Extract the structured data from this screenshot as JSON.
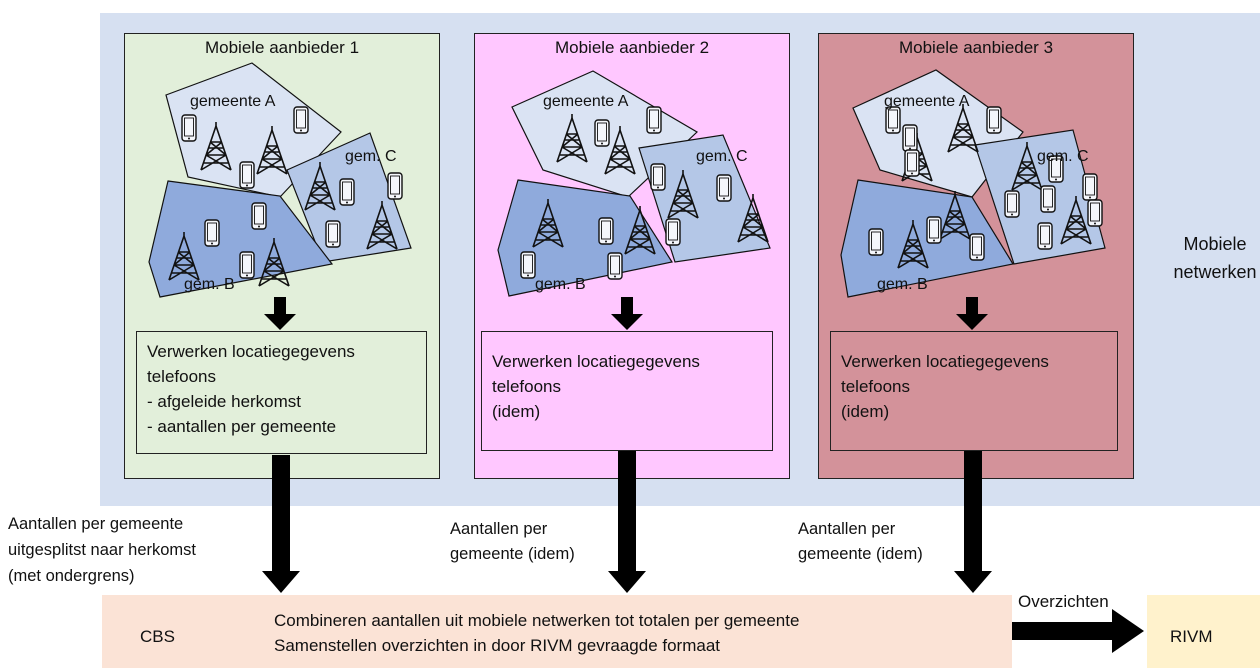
{
  "providers": [
    {
      "title": "Mobiele aanbieder 1",
      "color": "#e2efda",
      "municipalities": {
        "a": "gemeente A",
        "b": "gem. B",
        "c": "gem. C"
      },
      "process_lines": [
        "Verwerken locatiegegevens",
        "telefoons",
        "- afgeleide herkomst",
        "- aantallen per gemeente"
      ],
      "flow_label_lines": [
        "Aantallen per gemeente",
        "uitgesplitst naar herkomst",
        "(met ondergrens)"
      ]
    },
    {
      "title": "Mobiele aanbieder 2",
      "color": "#ffc7ff",
      "municipalities": {
        "a": "gemeente A",
        "b": "gem. B",
        "c": "gem. C"
      },
      "process_lines": [
        "Verwerken locatiegegevens",
        "telefoons",
        "(idem)"
      ],
      "flow_label_lines": [
        "Aantallen per",
        "gemeente (idem)"
      ]
    },
    {
      "title": "Mobiele aanbieder 3",
      "color": "#d3929a",
      "municipalities": {
        "a": "gemeente A",
        "b": "gem. B",
        "c": "gem. C"
      },
      "process_lines": [
        "Verwerken locatiegegevens",
        "telefoons",
        "(idem)"
      ],
      "flow_label_lines": [
        "Aantallen per",
        "gemeente (idem)"
      ]
    }
  ],
  "networks_label_lines": [
    "Mobiele",
    "netwerken"
  ],
  "cbs": {
    "label": "CBS",
    "lines": [
      "Combineren aantallen uit mobiele netwerken tot totalen per gemeente",
      "Samenstellen overzichten in door RIVM gevraagde formaat"
    ]
  },
  "output_arrow_label": "Overzichten",
  "rivm_label": "RIVM",
  "colors": {
    "networks_panel": "#d6e0f1",
    "region_a": "#dae3f3",
    "region_b": "#8faadc",
    "region_c": "#b4c7e7",
    "cbs_band": "#fbe3d6",
    "rivm_box": "#fff2cc"
  }
}
